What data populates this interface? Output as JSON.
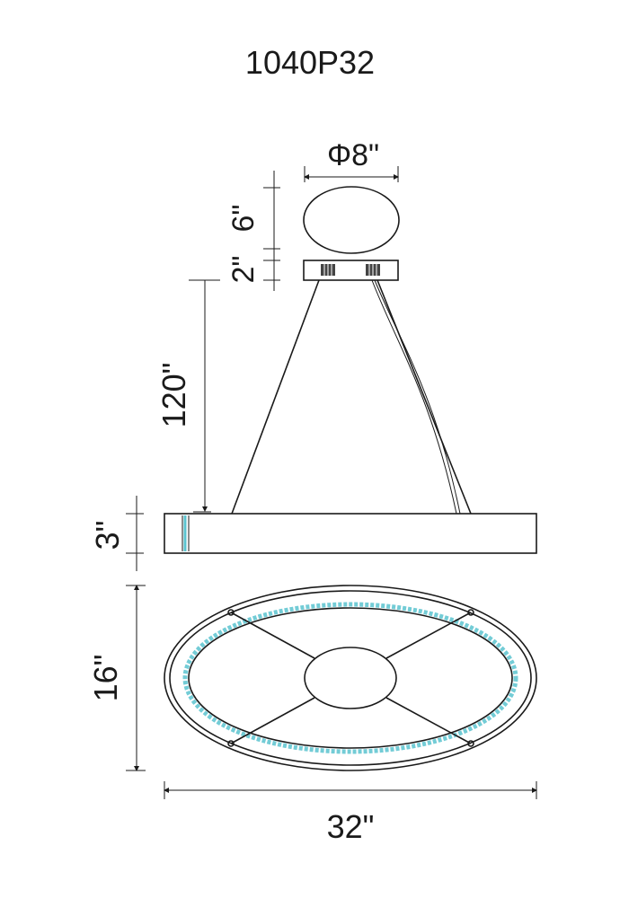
{
  "title": "1040P32",
  "dimensions": {
    "canopy_diameter": "Φ8\"",
    "canopy_height": "6\"",
    "canopy_base_height": "2\"",
    "cable_length": "120\"",
    "ring_height": "3\"",
    "ring_depth": "16\"",
    "ring_width": "32\""
  },
  "colors": {
    "line": "#1a1a1a",
    "led": "#5bc3cf"
  }
}
